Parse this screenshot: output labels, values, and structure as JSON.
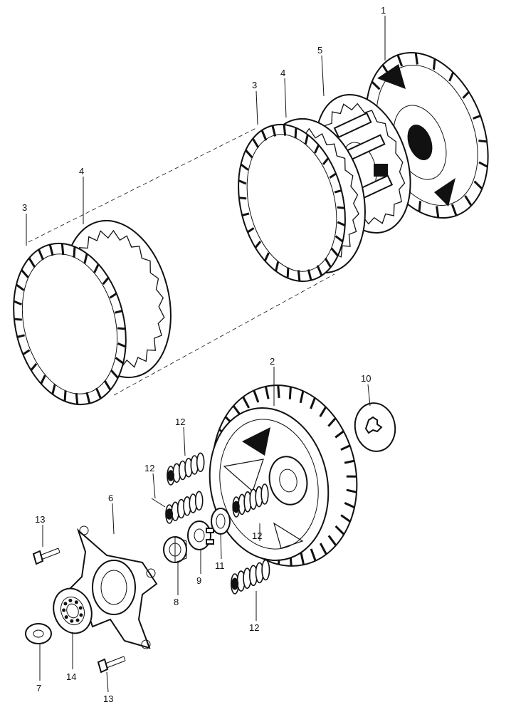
{
  "diagram": {
    "callouts": [
      "1",
      "2",
      "3",
      "3",
      "4",
      "4",
      "5",
      "6",
      "7",
      "8",
      "9",
      "10",
      "11",
      "12",
      "12",
      "12",
      "12",
      "13",
      "13",
      "14"
    ]
  },
  "labels": {
    "l1": "1",
    "l2": "2",
    "l3a": "3",
    "l3b": "3",
    "l4a": "4",
    "l4b": "4",
    "l5": "5",
    "l6": "6",
    "l7": "7",
    "l8": "8",
    "l9": "9",
    "l10": "10",
    "l11": "11",
    "l12a": "12",
    "l12b": "12",
    "l12c": "12",
    "l12d": "12",
    "l13a": "13",
    "l13b": "13",
    "l14": "14"
  }
}
